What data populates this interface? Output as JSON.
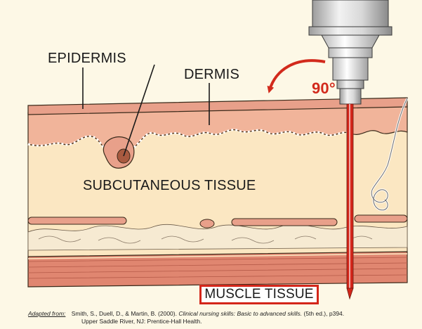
{
  "labels": {
    "epidermis": "EPIDERMIS",
    "dermis": "DERMIS",
    "subcutaneous": "SUBCUTANEOUS TISSUE",
    "muscle": "MUSCLE TISSUE",
    "angle": "90°"
  },
  "citation": {
    "source_label": "Adapted from:",
    "authors": "Smith, S., Duell, D., & Martin, B. (2000).",
    "title": "Clinical nursing skills: Basic to advanced skills.",
    "edition": "(5th ed.), p394.",
    "publisher": "Upper Saddle River, NJ: Prentice-Hall Health."
  },
  "colors": {
    "background": "#fdf8e6",
    "epidermis": "#e8a08a",
    "dermis": "#f1b49a",
    "subcutaneous": "#fbe7c2",
    "muscle": "#e08670",
    "needle": "#d4261a",
    "arrow": "#d22a1c"
  }
}
